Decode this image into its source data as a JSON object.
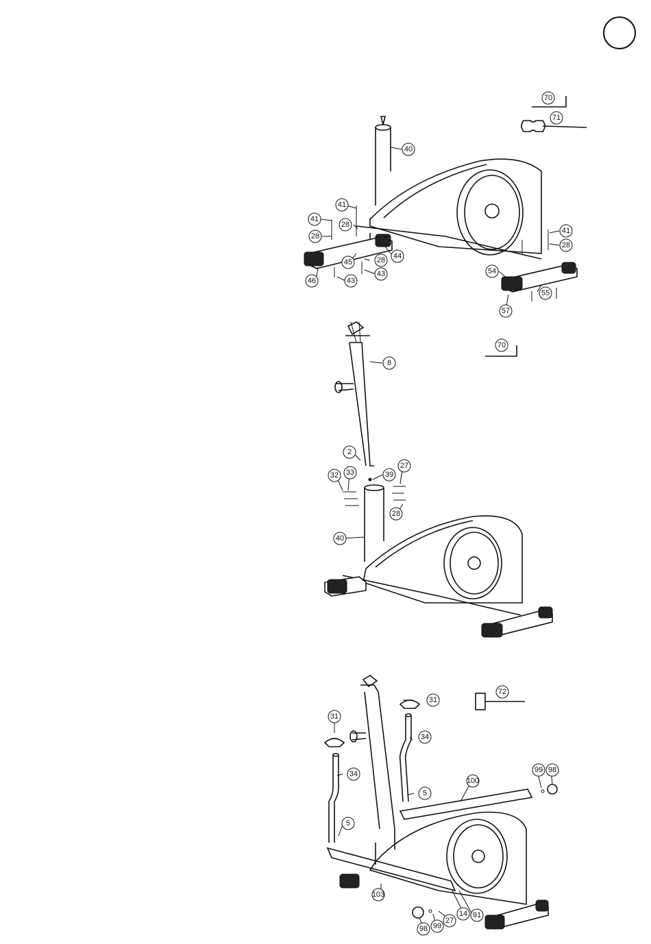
{
  "page": {
    "badge": ""
  },
  "step1": {
    "callouts": [
      {
        "id": "s1-70",
        "label": "70"
      },
      {
        "id": "s1-71",
        "label": "71"
      },
      {
        "id": "s1-40",
        "label": "40"
      },
      {
        "id": "s1-41a",
        "label": "41"
      },
      {
        "id": "s1-41b",
        "label": "41"
      },
      {
        "id": "s1-41c",
        "label": "41"
      },
      {
        "id": "s1-28a",
        "label": "28"
      },
      {
        "id": "s1-28b",
        "label": "28"
      },
      {
        "id": "s1-28c",
        "label": "28"
      },
      {
        "id": "s1-28d",
        "label": "28"
      },
      {
        "id": "s1-44",
        "label": "44"
      },
      {
        "id": "s1-45",
        "label": "45"
      },
      {
        "id": "s1-46",
        "label": "46"
      },
      {
        "id": "s1-43a",
        "label": "43"
      },
      {
        "id": "s1-43b",
        "label": "43"
      },
      {
        "id": "s1-54",
        "label": "54"
      },
      {
        "id": "s1-55",
        "label": "55"
      },
      {
        "id": "s1-57",
        "label": "57"
      }
    ]
  },
  "step2": {
    "callouts": [
      {
        "id": "s2-70",
        "label": "70"
      },
      {
        "id": "s2-8",
        "label": "8"
      },
      {
        "id": "s2-2",
        "label": "2"
      },
      {
        "id": "s2-32",
        "label": "32"
      },
      {
        "id": "s2-33",
        "label": "33"
      },
      {
        "id": "s2-39",
        "label": "39"
      },
      {
        "id": "s2-27",
        "label": "27"
      },
      {
        "id": "s2-28",
        "label": "28"
      },
      {
        "id": "s2-40",
        "label": "40"
      }
    ]
  },
  "step3": {
    "callouts": [
      {
        "id": "s3-72",
        "label": "72"
      },
      {
        "id": "s3-31a",
        "label": "31"
      },
      {
        "id": "s3-31b",
        "label": "31"
      },
      {
        "id": "s3-34a",
        "label": "34"
      },
      {
        "id": "s3-34b",
        "label": "34"
      },
      {
        "id": "s3-5a",
        "label": "5"
      },
      {
        "id": "s3-5b",
        "label": "5"
      },
      {
        "id": "s3-100",
        "label": "100"
      },
      {
        "id": "s3-99a",
        "label": "99"
      },
      {
        "id": "s3-98a",
        "label": "98"
      },
      {
        "id": "s3-103",
        "label": "103"
      },
      {
        "id": "s3-91",
        "label": "91"
      },
      {
        "id": "s3-14",
        "label": "14"
      },
      {
        "id": "s3-27",
        "label": "27"
      },
      {
        "id": "s3-99b",
        "label": "99"
      },
      {
        "id": "s3-98b",
        "label": "98"
      }
    ]
  }
}
